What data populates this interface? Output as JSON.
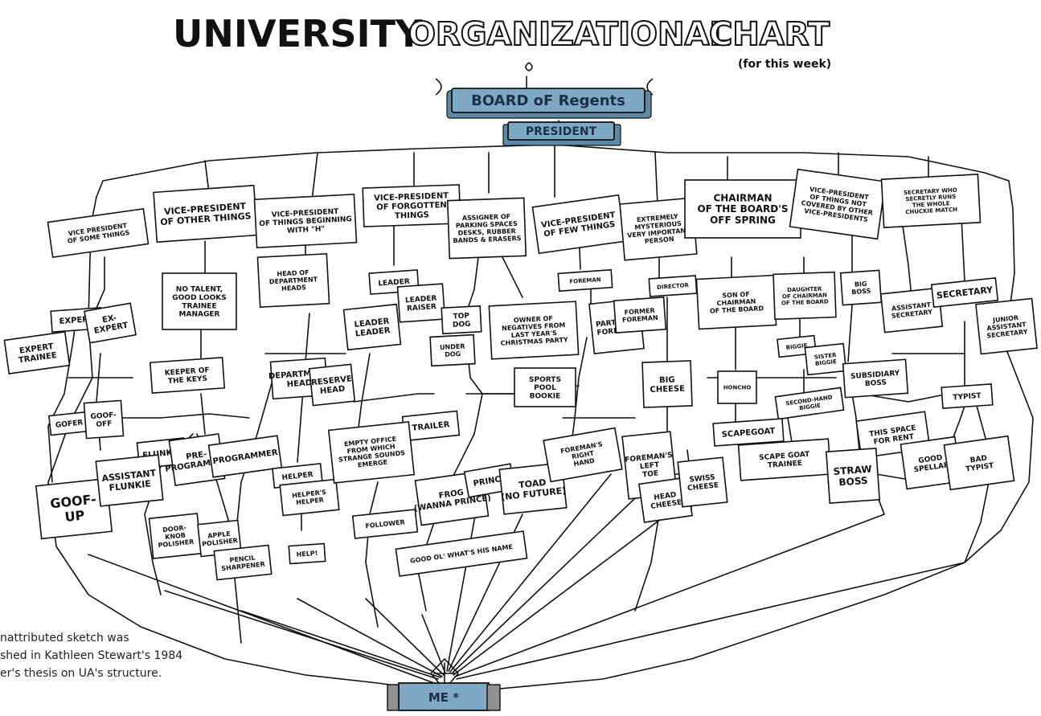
{
  "title": {
    "word1": "UNIVERSITY",
    "word2": "ORGANIZATIONAL",
    "word3": "CHART",
    "subtitle": "(for this week)"
  },
  "caption": {
    "line1": "nattributed sketch was",
    "line2": "shed in Kathleen Stewart's 1984",
    "line3": "er's thesis on UA's structure."
  },
  "top": {
    "board": "BOARD oF Regents",
    "president": "PRESIDENT",
    "me": "ME *"
  },
  "boxes": [
    {
      "id": "vp-some",
      "lines": [
        "VICE PRESIDENT",
        "OF SOME THINGS"
      ]
    },
    {
      "id": "vp-other",
      "lines": [
        "VICE-PRESIDENT",
        "OF OTHER THINGS"
      ]
    },
    {
      "id": "vp-h",
      "lines": [
        "VICE-PRESIDENT",
        "OF THINGS BEGINNING",
        "WITH \"H\""
      ]
    },
    {
      "id": "vp-forgotten",
      "lines": [
        "VICE-PRESIDENT",
        "OF FORGOTTEN",
        "THINGS"
      ]
    },
    {
      "id": "assigner",
      "lines": [
        "ASSIGNER OF",
        "PARKING SPACES",
        "DESKS, RUBBER",
        "BANDS & ERASERS"
      ]
    },
    {
      "id": "vp-few",
      "lines": [
        "VICE-PRESIDENT",
        "OF FEW THINGS"
      ]
    },
    {
      "id": "mysterious",
      "lines": [
        "EXTREMELY",
        "MYSTERIOUS",
        "VERY IMPORTANT",
        "PERSON"
      ]
    },
    {
      "id": "chairman",
      "lines": [
        "CHAIRMAN",
        "OF THE BOARD'S",
        "OFF SPRING"
      ]
    },
    {
      "id": "vp-not-covered",
      "lines": [
        "VICE-PRESIDENT",
        "OF THINGS NOT",
        "COVERED BY OTHER",
        "VICE-PRESIDENTS"
      ]
    },
    {
      "id": "secretary-runs",
      "lines": [
        "SECRETARY WHO",
        "SECRETLY RUNS",
        "THE WHOLE",
        "CHUCKIE MATCH"
      ]
    },
    {
      "id": "expert",
      "lines": [
        "EXPERT"
      ]
    },
    {
      "id": "ex-expert",
      "lines": [
        "EX-",
        "EXPERT"
      ]
    },
    {
      "id": "expert-trainee",
      "lines": [
        "EXPERT",
        "TRAINEE"
      ]
    },
    {
      "id": "gofer",
      "lines": [
        "GOFER"
      ]
    },
    {
      "id": "goof-off",
      "lines": [
        "GOOF-",
        "OFF"
      ]
    },
    {
      "id": "goof-up",
      "lines": [
        "GOOF-",
        "UP"
      ]
    },
    {
      "id": "no-talent",
      "lines": [
        "NO TALENT,",
        "GOOD LOOKS",
        "TRAINEE",
        "MANAGER"
      ]
    },
    {
      "id": "keeper",
      "lines": [
        "KEEPER OF",
        "THE KEYS"
      ]
    },
    {
      "id": "flunkie",
      "lines": [
        "FLUNKIE"
      ]
    },
    {
      "id": "assistant-flunkie",
      "lines": [
        "ASSISTANT",
        "FLUNKIE"
      ]
    },
    {
      "id": "pre-programmer",
      "lines": [
        "PRE-",
        "PROGRAMMER"
      ]
    },
    {
      "id": "programmer",
      "lines": [
        "PROGRAMMER"
      ]
    },
    {
      "id": "doorknob",
      "lines": [
        "DOOR-",
        "KNOB",
        "POLISHER"
      ]
    },
    {
      "id": "apple",
      "lines": [
        "APPLE",
        "POLISHER"
      ]
    },
    {
      "id": "pencil",
      "lines": [
        "PENCIL",
        "SHARPENER"
      ]
    },
    {
      "id": "head-of-heads",
      "lines": [
        "HEAD OF",
        "DEPARTMENT",
        "HEADS"
      ]
    },
    {
      "id": "dept-head",
      "lines": [
        "DEPARTMENT",
        "HEAD"
      ]
    },
    {
      "id": "reserve-head",
      "lines": [
        "RESERVE",
        "HEAD"
      ]
    },
    {
      "id": "helper",
      "lines": [
        "HELPER"
      ]
    },
    {
      "id": "helpers-helper",
      "lines": [
        "HELPER'S",
        "HELPER"
      ]
    },
    {
      "id": "help",
      "lines": [
        "HELP!"
      ]
    },
    {
      "id": "leader",
      "lines": [
        "LEADER"
      ]
    },
    {
      "id": "leader-raiser",
      "lines": [
        "LEADER",
        "RAISER"
      ]
    },
    {
      "id": "leader-leader",
      "lines": [
        "LEADER",
        "LEADER"
      ]
    },
    {
      "id": "trailer",
      "lines": [
        "TRAILER"
      ]
    },
    {
      "id": "empty-office",
      "lines": [
        "EMPTY OFFICE",
        "FROM WHICH",
        "STRANGE SOUNDS",
        "EMERGE"
      ]
    },
    {
      "id": "follower",
      "lines": [
        "FOLLOWER"
      ]
    },
    {
      "id": "top-dog",
      "lines": [
        "TOP",
        "DOG"
      ]
    },
    {
      "id": "under-dog",
      "lines": [
        "UNDER",
        "DOG"
      ]
    },
    {
      "id": "owner-negatives",
      "lines": [
        "OWNER OF",
        "NEGATIVES FROM",
        "LAST YEAR'S",
        "CHRISTMAS PARTY"
      ]
    },
    {
      "id": "sports-pool",
      "lines": [
        "SPORTS",
        "POOL",
        "BOOKIE"
      ]
    },
    {
      "id": "frog",
      "lines": [
        "FROG",
        "(WANNA PRINCE)"
      ]
    },
    {
      "id": "prince",
      "lines": [
        "PRINCE"
      ]
    },
    {
      "id": "toad",
      "lines": [
        "TOAD",
        "(NO FUTURE)"
      ]
    },
    {
      "id": "good-ol",
      "lines": [
        "GOOD OL' WHAT'S HIS NAME"
      ]
    },
    {
      "id": "foreman",
      "lines": [
        "FOREMAN"
      ]
    },
    {
      "id": "part-time-foreman",
      "lines": [
        "PART-TIME",
        "FOREMAN"
      ]
    },
    {
      "id": "former-foreman",
      "lines": [
        "FORMER",
        "FOREMAN"
      ]
    },
    {
      "id": "right-hand",
      "lines": [
        "FOREMAN'S",
        "RIGHT",
        "HAND"
      ]
    },
    {
      "id": "left-toe",
      "lines": [
        "FOREMAN'S",
        "LEFT",
        "TOE"
      ]
    },
    {
      "id": "director",
      "lines": [
        "DIRECTOR"
      ]
    },
    {
      "id": "big-cheese",
      "lines": [
        "BIG",
        "CHEESE"
      ]
    },
    {
      "id": "head-cheese",
      "lines": [
        "HEAD",
        "CHEESE"
      ]
    },
    {
      "id": "swiss-cheese",
      "lines": [
        "SWISS",
        "CHEESE"
      ]
    },
    {
      "id": "son",
      "lines": [
        "SON OF",
        "CHAIRMAN",
        "OF THE BOARD"
      ]
    },
    {
      "id": "daughter",
      "lines": [
        "DAUGHTER",
        "OF CHAIRMAN",
        "OF THE BOARD"
      ]
    },
    {
      "id": "biggie",
      "lines": [
        "BIGGIE"
      ]
    },
    {
      "id": "sister-biggie",
      "lines": [
        "SISTER",
        "BIGGIE"
      ]
    },
    {
      "id": "second-biggie",
      "lines": [
        "SECOND-HAND",
        "BIGGIE"
      ]
    },
    {
      "id": "honcho",
      "lines": [
        "HONCHO"
      ]
    },
    {
      "id": "scapegoat",
      "lines": [
        "SCAPEGOAT"
      ]
    },
    {
      "id": "scapegoat-trainee",
      "lines": [
        "SCAPE GOAT",
        "TRAINEE"
      ]
    },
    {
      "id": "big-boss",
      "lines": [
        "BIG",
        "BOSS"
      ]
    },
    {
      "id": "subsidiary-boss",
      "lines": [
        "SUBSIDIARY",
        "BOSS"
      ]
    },
    {
      "id": "space-rent",
      "lines": [
        "THIS SPACE",
        "FOR RENT"
      ]
    },
    {
      "id": "straw-boss",
      "lines": [
        "STRAW",
        "BOSS"
      ]
    },
    {
      "id": "assistant-secretary",
      "lines": [
        "ASSISTANT",
        "SECRETARY"
      ]
    },
    {
      "id": "secretary",
      "lines": [
        "SECRETARY"
      ]
    },
    {
      "id": "junior-assistant",
      "lines": [
        "JUNIOR",
        "ASSISTANT",
        "SECRETARY"
      ]
    },
    {
      "id": "typist",
      "lines": [
        "TYPIST"
      ]
    },
    {
      "id": "good-speller",
      "lines": [
        "GOOD",
        "SPELLAR"
      ]
    },
    {
      "id": "bad-typist",
      "lines": [
        "BAD",
        "TYPIST"
      ]
    }
  ]
}
